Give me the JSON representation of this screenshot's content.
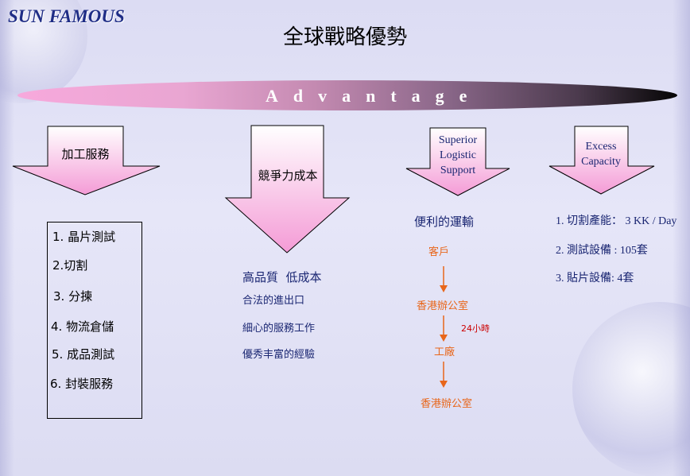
{
  "brand": "SUN FAMOUS",
  "title": "全球戰略優勢",
  "banner": "Advantage",
  "columns": {
    "processing": {
      "header": "加工服務",
      "items": [
        "1. 晶片測試",
        "2.切割",
        "3. 分揀",
        "4. 物流倉儲",
        "5. 成品測試",
        "6. 封裝服務"
      ]
    },
    "cost": {
      "header": "競爭力成本",
      "lines": [
        "高品質  低成本",
        "合法的進出口",
        "細心的服務工作",
        "優秀丰富的經驗"
      ]
    },
    "logistics": {
      "header_line1": "Superior",
      "header_line2": "Logistic",
      "header_line3": "Support",
      "subtitle": "便利的運輸",
      "flow": [
        "客戶",
        "香港辦公室",
        "工廠",
        "香港辦公室"
      ],
      "note": "24小時"
    },
    "capacity": {
      "header_line1": "Excess",
      "header_line2": "Capacity",
      "items": [
        "1. 切割產能：  3 KK / Day",
        "2. 測試設備 : 105套",
        "3. 貼片設備: 4套"
      ]
    }
  },
  "colors": {
    "arrow_top": "#ffffff",
    "arrow_bottom": "#f49bd6",
    "flow": "#e8661a",
    "brand": "#1f2d86",
    "note": "#cc0000"
  }
}
